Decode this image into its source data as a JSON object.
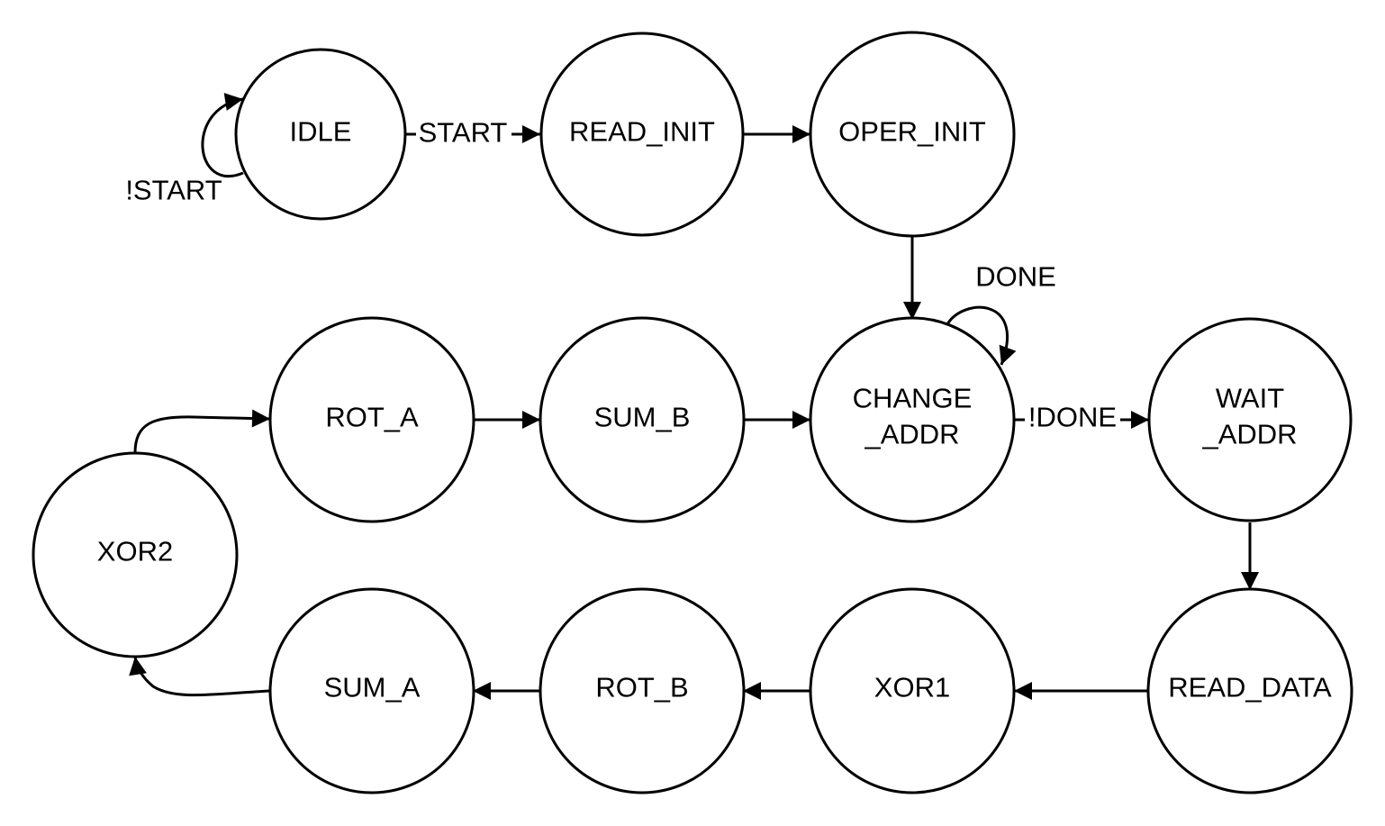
{
  "diagram": {
    "states": [
      {
        "id": "idle",
        "label": [
          "IDLE"
        ]
      },
      {
        "id": "read_init",
        "label": [
          "READ_INIT"
        ]
      },
      {
        "id": "oper_init",
        "label": [
          "OPER_INIT"
        ]
      },
      {
        "id": "change_addr",
        "label": [
          "CHANGE",
          "_ADDR"
        ]
      },
      {
        "id": "wait_addr",
        "label": [
          "WAIT",
          "_ADDR"
        ]
      },
      {
        "id": "read_data",
        "label": [
          "READ_DATA"
        ]
      },
      {
        "id": "xor1",
        "label": [
          "XOR1"
        ]
      },
      {
        "id": "rot_b",
        "label": [
          "ROT_B"
        ]
      },
      {
        "id": "sum_a",
        "label": [
          "SUM_A"
        ]
      },
      {
        "id": "xor2",
        "label": [
          "XOR2"
        ]
      },
      {
        "id": "rot_a",
        "label": [
          "ROT_A"
        ]
      },
      {
        "id": "sum_b",
        "label": [
          "SUM_B"
        ]
      }
    ],
    "transitions": [
      {
        "id": "idle-self",
        "from": "idle",
        "to": "idle",
        "label": "!START"
      },
      {
        "id": "idle-read_init",
        "from": "idle",
        "to": "read_init",
        "label": "START"
      },
      {
        "id": "read_init-oper_init",
        "from": "read_init",
        "to": "oper_init",
        "label": ""
      },
      {
        "id": "oper_init-change_addr",
        "from": "oper_init",
        "to": "change_addr",
        "label": ""
      },
      {
        "id": "change_addr-self",
        "from": "change_addr",
        "to": "change_addr",
        "label": "DONE"
      },
      {
        "id": "change_addr-wait_addr",
        "from": "change_addr",
        "to": "wait_addr",
        "label": "!DONE"
      },
      {
        "id": "wait_addr-read_data",
        "from": "wait_addr",
        "to": "read_data",
        "label": ""
      },
      {
        "id": "read_data-xor1",
        "from": "read_data",
        "to": "xor1",
        "label": ""
      },
      {
        "id": "xor1-rot_b",
        "from": "xor1",
        "to": "rot_b",
        "label": ""
      },
      {
        "id": "rot_b-sum_a",
        "from": "rot_b",
        "to": "sum_a",
        "label": ""
      },
      {
        "id": "sum_a-xor2",
        "from": "sum_a",
        "to": "xor2",
        "label": ""
      },
      {
        "id": "xor2-rot_a",
        "from": "xor2",
        "to": "rot_a",
        "label": ""
      },
      {
        "id": "rot_a-sum_b",
        "from": "rot_a",
        "to": "sum_b",
        "label": ""
      },
      {
        "id": "sum_b-change_addr",
        "from": "sum_b",
        "to": "change_addr",
        "label": ""
      }
    ]
  }
}
